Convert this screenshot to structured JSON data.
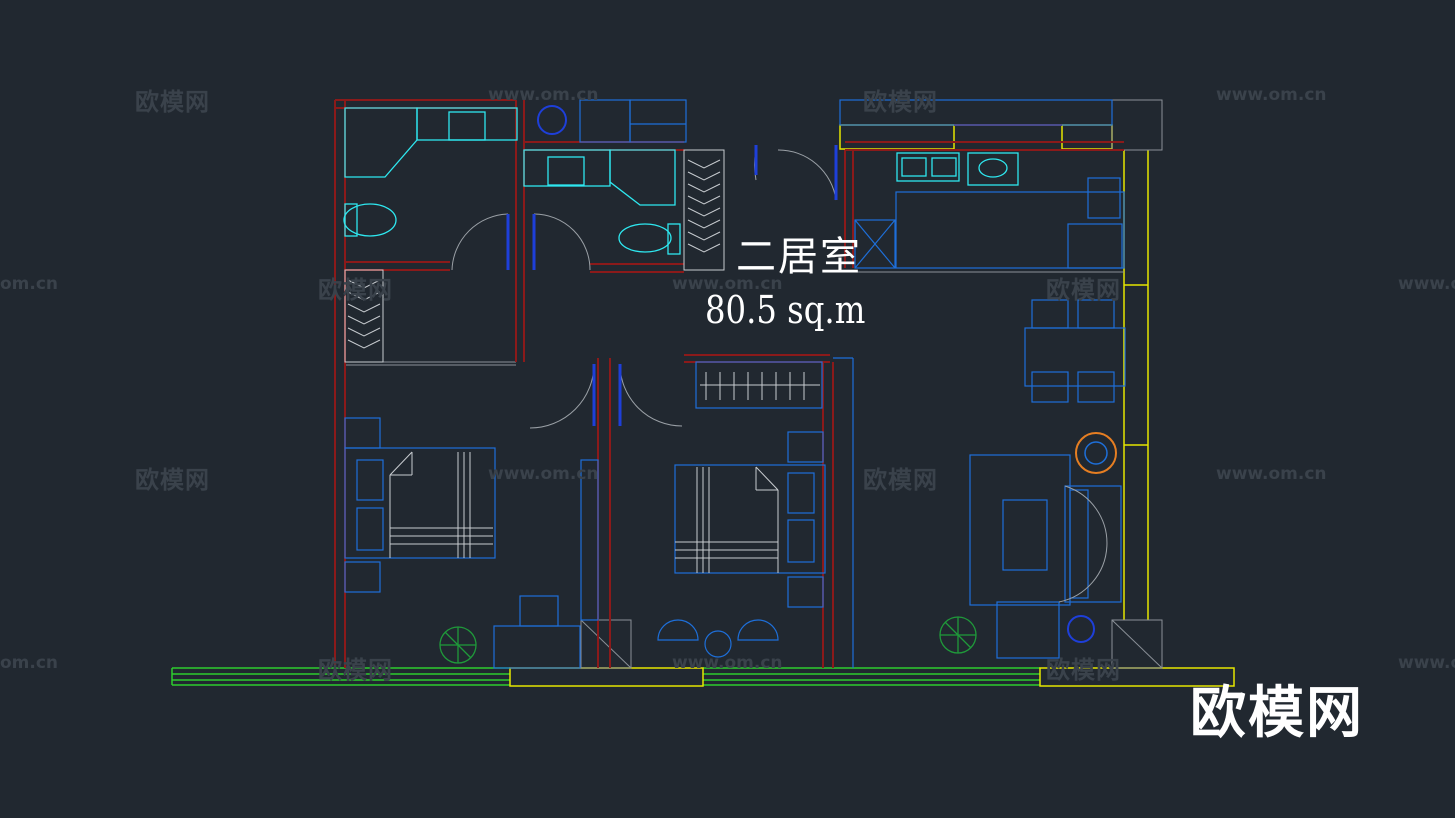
{
  "plan": {
    "title": "二居室",
    "area": "80.5 sq.m"
  },
  "brand": {
    "logo": "欧模网"
  },
  "watermark": {
    "logo": "欧模网",
    "url": "www.om.cn",
    "url_short": "om.cn"
  },
  "colors": {
    "background": "#212830",
    "wall": "#8b1a1a",
    "furniture": "#1e6fd9",
    "fixture": "#2ee8f0",
    "line_gray": "#9aa0a6",
    "window": "#e6e600",
    "balcony": "#2ecc2e",
    "plant": "#1f9a3a",
    "accent": "#e67e22"
  },
  "icons": [
    "sink-icon",
    "toilet-icon",
    "shower-icon",
    "bed-icon",
    "sofa-icon",
    "dining-table-icon",
    "stove-icon",
    "plant-icon",
    "wardrobe-icon",
    "door-swing-icon"
  ]
}
